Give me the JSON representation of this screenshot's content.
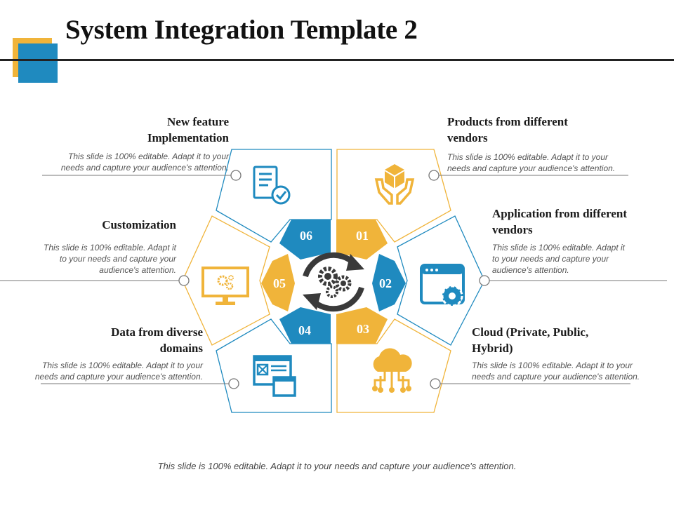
{
  "title": "System Integration Template 2",
  "footer": "This slide is 100% editable. Adapt it to your needs and capture your audience's attention.",
  "colors": {
    "blue": "#1F8ABF",
    "yellow": "#F0B43A",
    "dark": "#3a3a3a",
    "text": "#1a1a1a"
  },
  "segments": [
    {
      "num": "01",
      "heading_lines": [
        "Products from different",
        "vendors"
      ],
      "desc_lines": [
        "This slide is 100% editable. Adapt it to your",
        "needs and capture your audience's attention."
      ],
      "icon": "hands-box-icon"
    },
    {
      "num": "02",
      "heading_lines": [
        "Application from different",
        "vendors"
      ],
      "desc_lines": [
        "This slide is 100% editable. Adapt it",
        "to your needs and capture your",
        "audience's attention."
      ],
      "icon": "browser-gear-icon"
    },
    {
      "num": "03",
      "heading_lines": [
        "Cloud (Private, Public,",
        "Hybrid)"
      ],
      "desc_lines": [
        "This slide is 100% editable. Adapt it to your",
        "needs and capture your audience's attention."
      ],
      "icon": "cloud-network-icon"
    },
    {
      "num": "04",
      "heading_lines": [
        "Data from diverse",
        "domains"
      ],
      "desc_lines": [
        "This slide is 100% editable. Adapt it to your",
        "needs and capture your audience's attention."
      ],
      "icon": "data-windows-icon"
    },
    {
      "num": "05",
      "heading_lines": [
        "Customization"
      ],
      "desc_lines": [
        "This slide is 100% editable. Adapt it",
        "to your needs and capture your",
        "audience's attention."
      ],
      "icon": "monitor-gears-icon"
    },
    {
      "num": "06",
      "heading_lines": [
        "New feature",
        "Implementation"
      ],
      "desc_lines": [
        "This slide is 100% editable. Adapt it to your",
        "needs and capture your audience's attention."
      ],
      "icon": "checklist-icon"
    }
  ]
}
